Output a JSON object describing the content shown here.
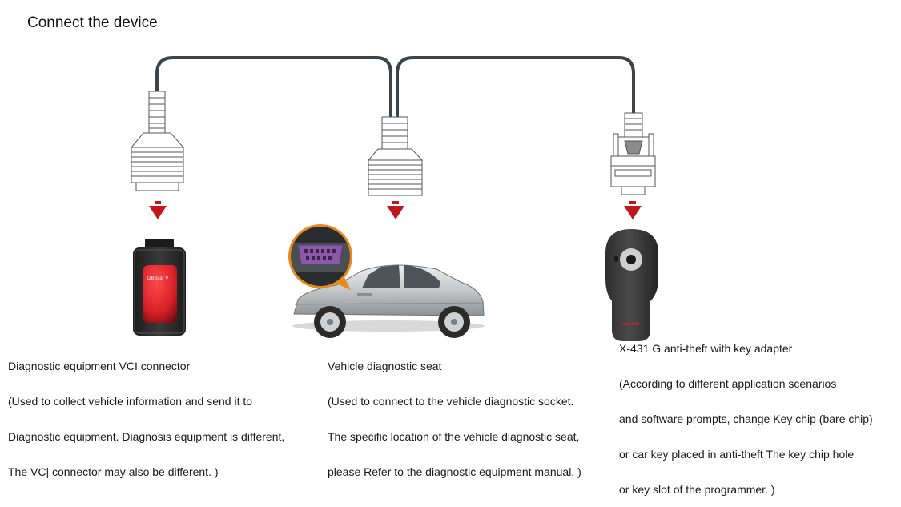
{
  "title": "Connect the device",
  "colors": {
    "cable": "#3d4449",
    "arrow": "#c0161c",
    "device_body": "#2a2a2a",
    "device_screen": "#d62028",
    "callout_ring": "#e8891c",
    "car_body": "#c9ccce",
    "obd_port": "#8a5aa8"
  },
  "devices": {
    "vci": {
      "screen_label": "DBScar V",
      "heading": "Diagnostic equipment VCI connector",
      "lines": [
        "(Used to collect vehicle information and send it to",
        "Diagnostic equipment. Diagnosis equipment is different,",
        "The VC| connector may also be different. )"
      ]
    },
    "seat": {
      "heading": "Vehicle diagnostic seat",
      "lines": [
        "(Used to connect to the vehicle diagnostic socket.",
        "The specific location of the vehicle diagnostic seat,",
        "please Refer to the diagnostic equipment manual. )"
      ]
    },
    "key": {
      "brand_label": "LAUNCH",
      "heading": "X-431 G anti-theft with key adapter",
      "lines": [
        "(According to different application scenarios",
        "and software prompts, change Key chip (bare chip)",
        "or car key placed in anti-theft The key chip hole",
        "or key slot of the programmer. )"
      ]
    }
  }
}
